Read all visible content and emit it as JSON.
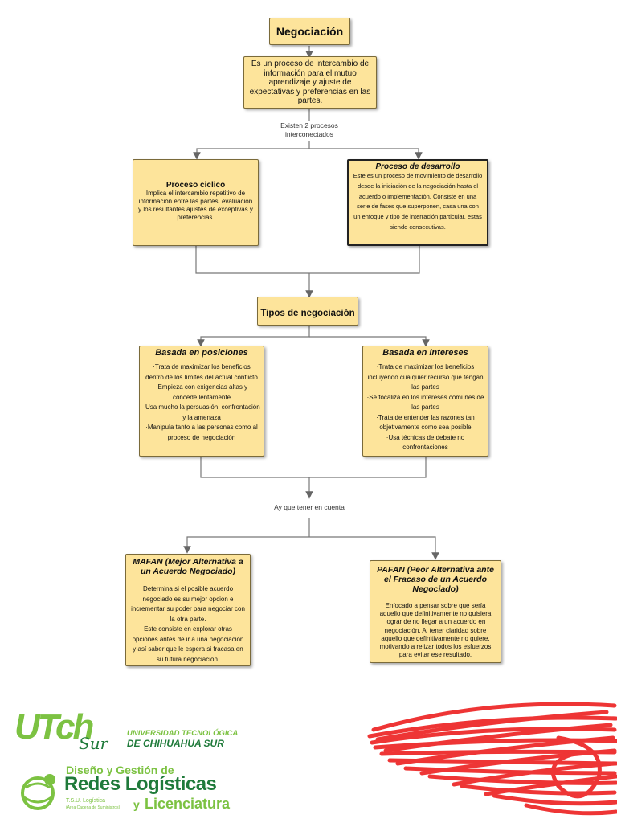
{
  "nodes": {
    "negociacion": {
      "title": "Negociación"
    },
    "definicion": {
      "text": "Es un proceso de intercambio de información para el mutuo aprendizaje y ajuste de expectativas y preferencias en las partes."
    },
    "procesos_label": "Existen 2 procesos interconectados",
    "proceso_ciclico": {
      "title": "Proceso ciclico",
      "text": "Implica el intercambio repetitivo de información entre las partes, evaluación y los resultantes ajustes de exceptivas y preferencias."
    },
    "proceso_desarrollo": {
      "title": "Proceso de desarrollo",
      "text": "Este es un proceso de movimiento de desarrollo desde la iniciación de la negociación hasta el acuerdo o implementación. Consiste en una serie de fases que superponen, casa una con un enfoque y tipo de interración particular, estas siendo consecutivas."
    },
    "tipos": {
      "title": "Tipos de negociación"
    },
    "posiciones": {
      "title": "Basada en posiciones",
      "items": [
        "·Trata de maximizar los beneficios dentro de los límites del actual conflicto",
        "·Empieza con exigencias altas y concede lentamente",
        "·Usa mucho la persuasión, confrontación y la amenaza",
        "·Manipula tanto a las personas como al proceso de negociación"
      ]
    },
    "intereses": {
      "title": "Basada en intereses",
      "items": [
        "·Trata de maximizar los beneficios incluyendo cualquier recurso que tengan las partes",
        "·Se focaliza en los intereses comunes de las partes",
        "·Trata de entender las razones tan objetivamente como sea posible",
        "·Usa técnicas de debate no confrontaciones"
      ]
    },
    "cuenta_label": "Ay que tener en cuenta",
    "mafan": {
      "title": "MAFAN (Mejor Alternativa a un Acuerdo Negociado)",
      "p1": "Determina si el posible acuerdo negociado es su mejor opcion e incrementar su poder para negociar con la otra parte.",
      "p2": "Este consiste en explorar otras opciones antes de ir a una negociación y así saber que le espera si fracasa en su futura negociación."
    },
    "pafan": {
      "title": "PAFAN (Peor Alternativa ante el Fracaso de un Acuerdo Negociado)",
      "text": "Enfocado a pensar sobre que sería aquello que definitivamente no quisiera lograr de no llegar a un acuerdo en negociación. Al tener claridad sobre aquello que definitivamente no quiere, motivando a relizar todos los esfuerzos para evitar ese resultado."
    }
  },
  "footer": {
    "logo_text": "UTch",
    "logo_script": "Sur",
    "university": "UNIVERSIDAD TECNOLÓGICA",
    "university_2": "DE CHIHUAHUA SUR",
    "program_1": "Diseño y Gestión de",
    "program_2": "Redes Logísticas",
    "program_3": "T.S.U. Logística",
    "program_4": "(Área Cadena de Suministros)",
    "program_5": "y",
    "program_6": "Licenciatura"
  },
  "colors": {
    "box_fill": "#fde49b",
    "logo_green": "#7cc242",
    "logo_dark_green": "#1f7a3a",
    "scribble_red": "#ee2b2b"
  }
}
